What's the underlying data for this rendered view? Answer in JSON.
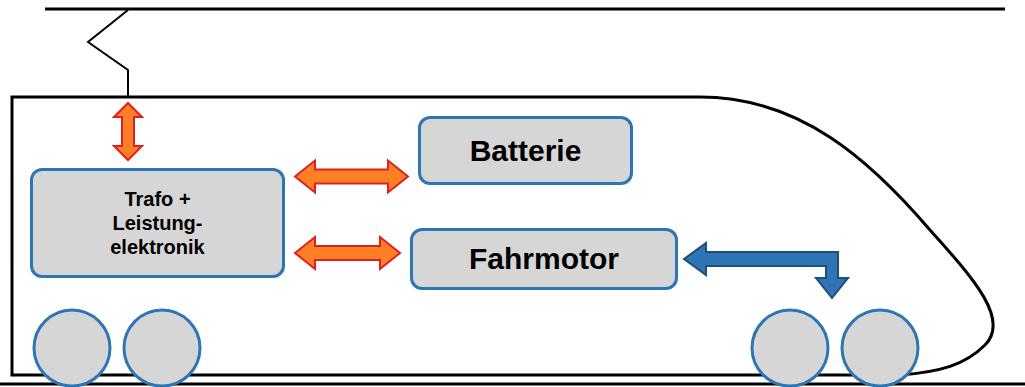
{
  "diagram": {
    "nodes": [
      {
        "text": [
          "Trafo + Leistung- elektronik"
        ]
      },
      {
        "text": [
          "Batterie"
        ]
      },
      {
        "text": [
          "Fahrmotor"
        ]
      }
    ],
    "edges": [
      {
        "from": 0,
        "to": 1,
        "arrow": "both"
      },
      {
        "from": 0,
        "to": 2,
        "arrow": "both"
      }
    ]
  }
}
